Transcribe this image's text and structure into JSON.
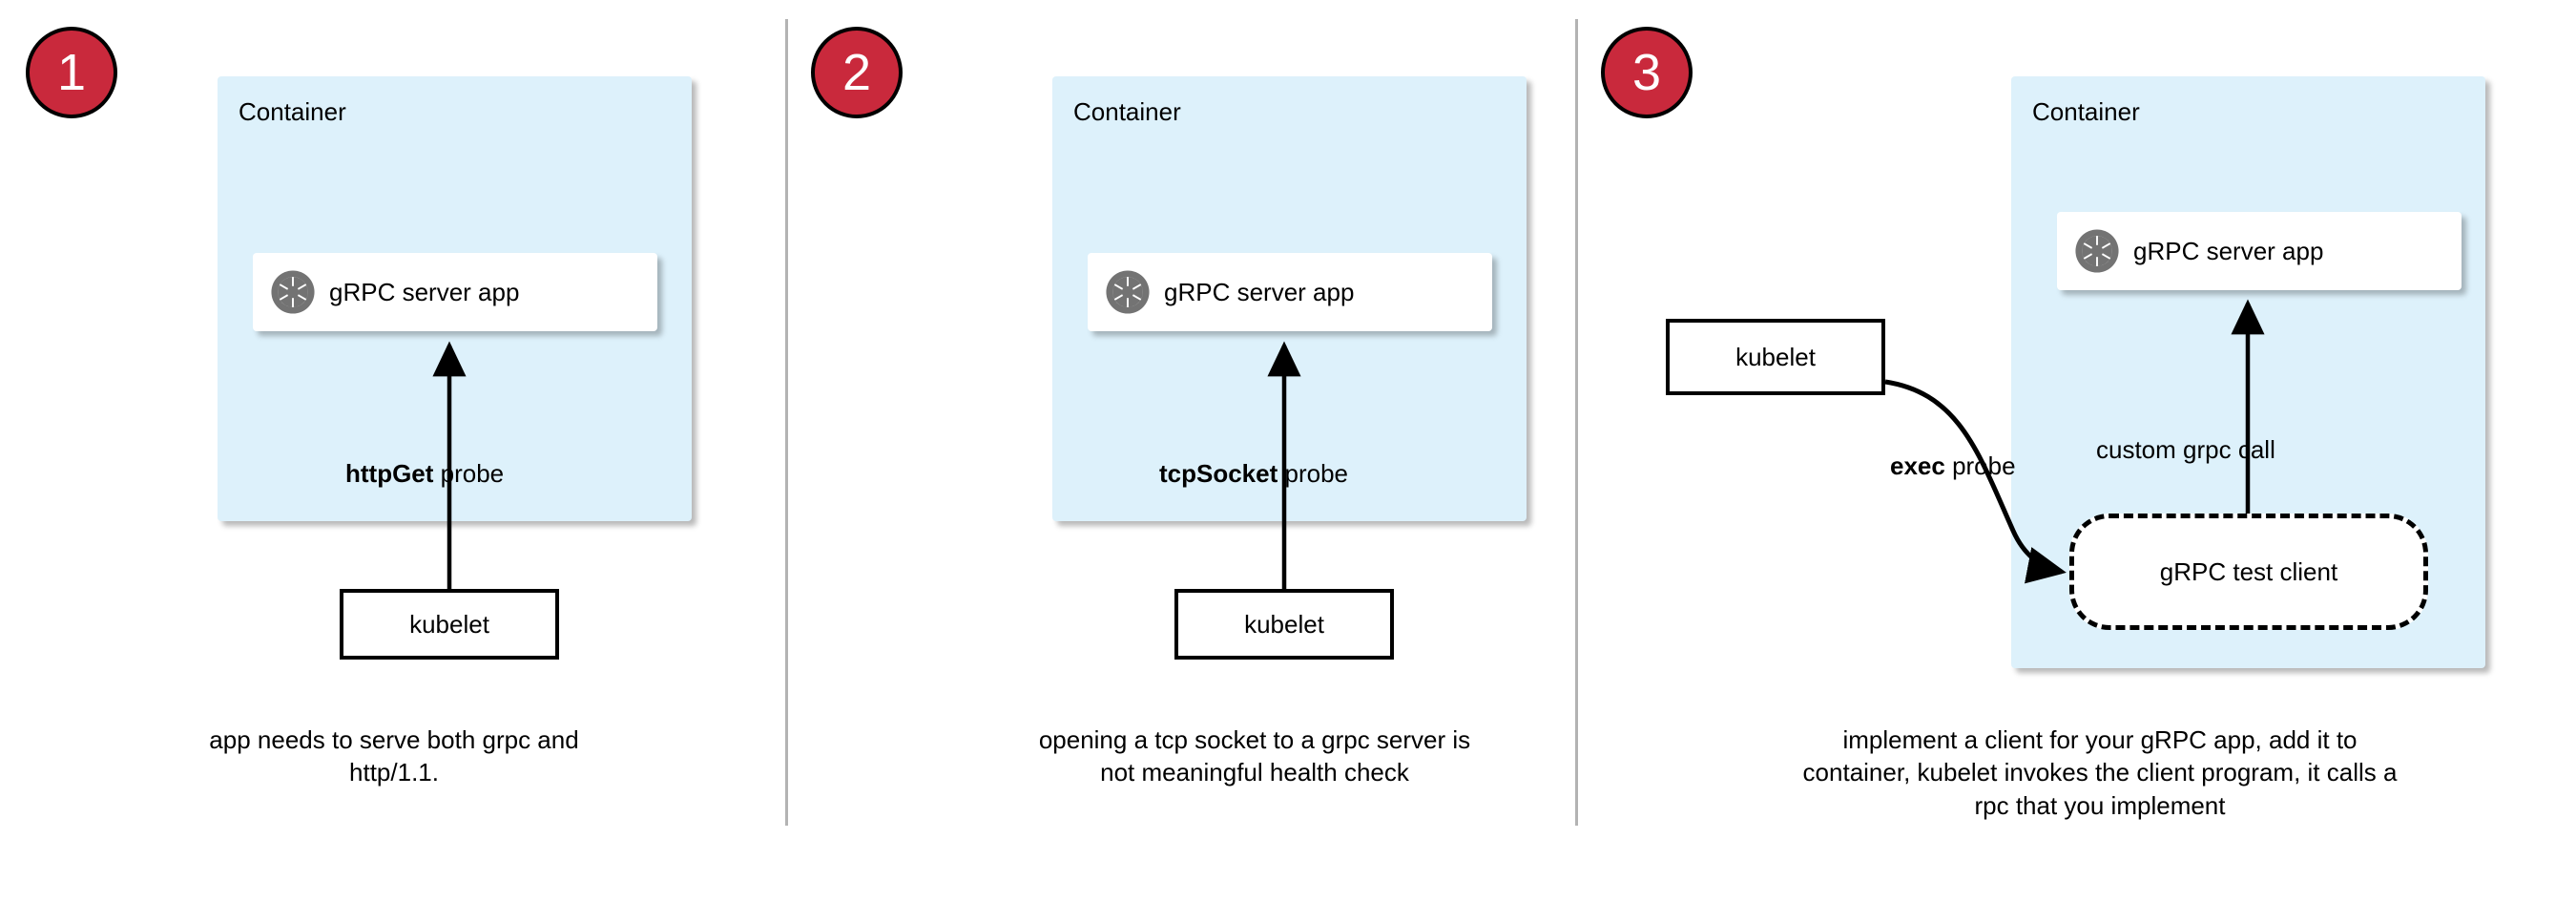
{
  "diagram": {
    "title": "gRPC health probe approaches in Kubernetes",
    "colors": {
      "badge_fill": "#c9293c",
      "badge_border": "#000000",
      "badge_text": "#ffffff",
      "container_fill": "#ddf1fb",
      "card_fill": "#ffffff",
      "stroke": "#000000",
      "divider": "#b3b3b3",
      "icon_gray": "#737373"
    },
    "panels": [
      {
        "badge": "1",
        "container_label": "Container",
        "app_card": {
          "label": "gRPC server app",
          "icon": "grpc-aperture-icon"
        },
        "probe": {
          "keyword": "httpGet",
          "suffix": " probe"
        },
        "kubelet_label": "kubelet",
        "caption": "app needs to serve both grpc and http/1.1."
      },
      {
        "badge": "2",
        "container_label": "Container",
        "app_card": {
          "label": "gRPC server app",
          "icon": "grpc-aperture-icon"
        },
        "probe": {
          "keyword": "tcpSocket",
          "suffix": " probe"
        },
        "kubelet_label": "kubelet",
        "caption": "opening a tcp socket to a grpc server is not meaningful health check"
      },
      {
        "badge": "3",
        "container_label": "Container",
        "app_card": {
          "label": "gRPC server app",
          "icon": "grpc-aperture-icon"
        },
        "probe": {
          "keyword": "exec",
          "suffix": " probe"
        },
        "kubelet_label": "kubelet",
        "test_client_label": "gRPC test client",
        "call_label": "custom grpc call",
        "caption": "implement a client for your gRPC app, add it to container, kubelet invokes the client program, it calls a rpc that you implement"
      }
    ]
  }
}
